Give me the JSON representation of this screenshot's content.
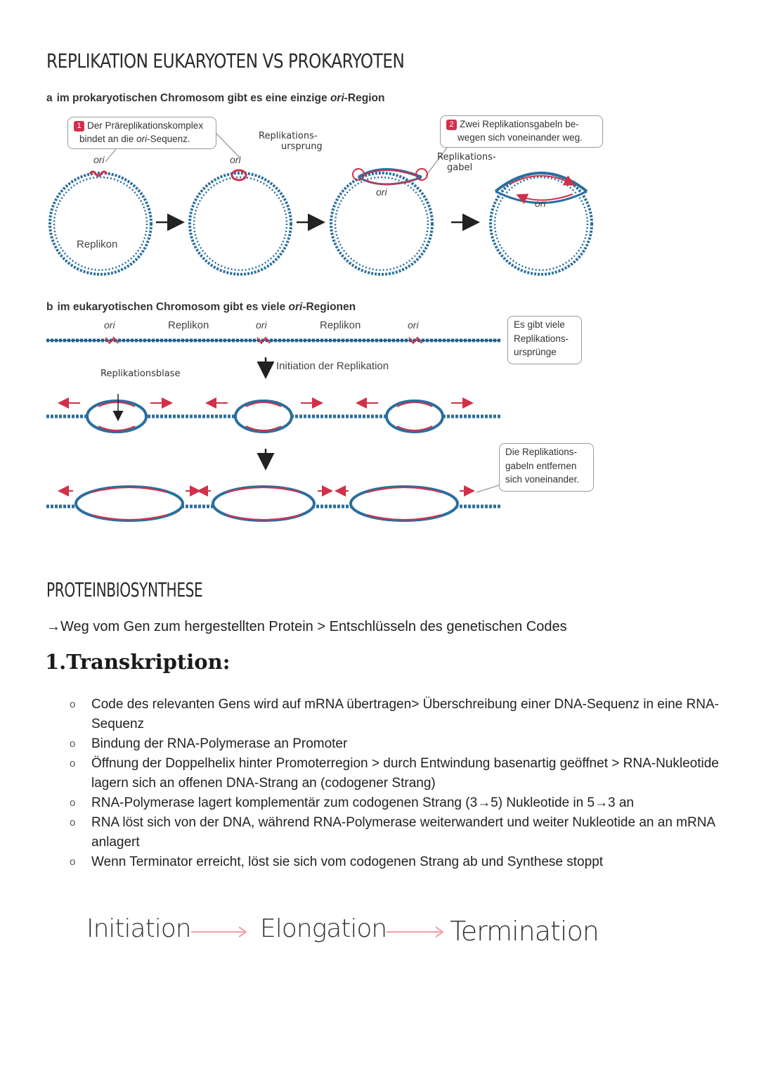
{
  "heading_replication": "REPLIKATION EUKARYOTEN VS PROKARYOTEN",
  "part_a": {
    "letter": "a",
    "text_pre": "im prokaryotischen Chromosom gibt es eine einzige ",
    "text_ori": "ori",
    "text_post": "-Region",
    "callout1_num": "1",
    "callout1_line1": "Der Präreplikationskomplex",
    "callout1_line2_pre": "bindet an die ",
    "callout1_line2_ori": "ori",
    "callout1_line2_post": "-Sequenz.",
    "callout2_num": "2",
    "callout2_line1": "Zwei Replikationsgabeln be-",
    "callout2_line2": "wegen sich voneinander weg.",
    "ori": "ori",
    "replikon": "Replikon",
    "hw_ursprung_1": "Replikations-",
    "hw_ursprung_2": "ursprung",
    "hw_gabel_1": "Replikations-",
    "hw_gabel_2": "gabel"
  },
  "part_b": {
    "letter": "b",
    "text_pre": "im eukaryotischen Chromosom gibt es viele ",
    "text_ori": "ori",
    "text_post": "-Regionen",
    "ori": "ori",
    "replikon": "Replikon",
    "callout_viele_1": "Es gibt viele",
    "callout_viele_2": "Replikations-",
    "callout_viele_3": "ursprünge",
    "initiation": "Initiation der Replikation",
    "hw_blase": "Replikationsblase",
    "callout_gabeln_1": "Die Replikations-",
    "callout_gabeln_2": "gabeln entfernen",
    "callout_gabeln_3": "sich voneinander."
  },
  "heading_protein": "PROTEINBIOSYNTHESE",
  "intro": "→Weg vom Gen zum hergestellten Protein > Entschlüsseln des genetischen Codes",
  "heading_transkription": "1.Transkription:",
  "bullets": [
    "Code des relevanten Gens wird auf mRNA übertragen> Überschreibung einer DNA-Sequenz in eine RNA-Sequenz",
    "Bindung der RNA-Polymerase an Promoter",
    "Öffnung der Doppelhelix hinter Promoterregion > durch Entwindung basenartig geöffnet > RNA-Nukleotide lagern sich an offenen DNA-Strang an (codogener Strang)",
    "RNA-Polymerase lagert komplementär zum codogenen Strang (3→5) Nukleotide in 5→3 an",
    "RNA löst sich von der DNA, während RNA-Polymerase weiterwandert und weiter Nukleotide an an mRNA anlagert",
    "Wenn Terminator erreicht, löst sie sich vom codogenen Strang ab und Synthese stoppt"
  ],
  "phases": [
    "Initiation",
    "Elongation",
    "Termination"
  ],
  "colors": {
    "dna_blue": "#2a6f9e",
    "dna_red": "#d1304a",
    "callout_border": "#9a9a9a",
    "arrow_pink": "#f0a0a8"
  }
}
